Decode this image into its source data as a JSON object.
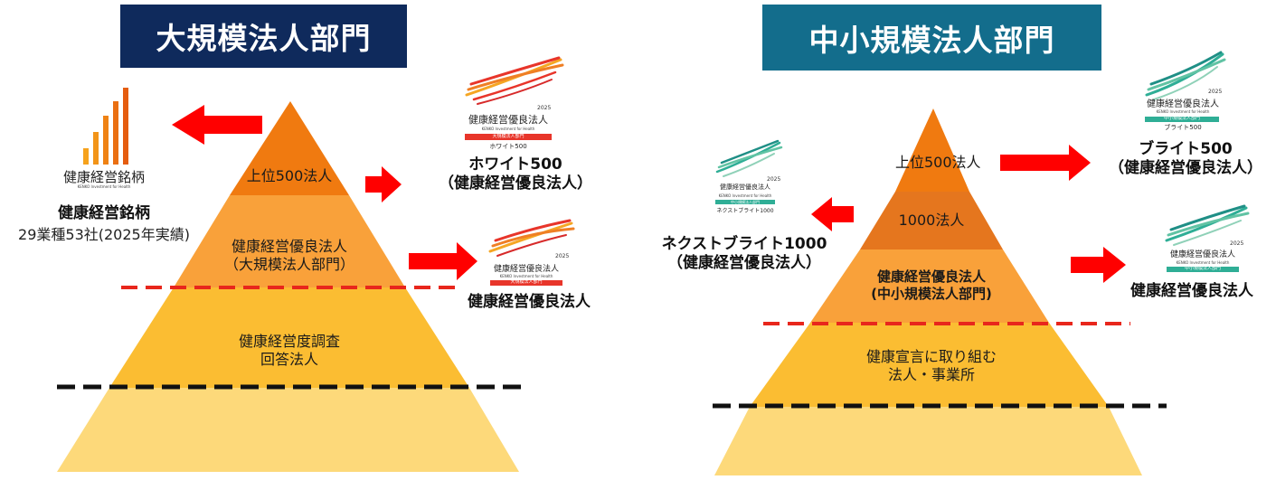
{
  "left_section": {
    "title": "大規模法人部門",
    "tiers": {
      "top": "上位500法人",
      "certified_line1": "健康経営優良法人",
      "certified_line2": "（大規模法人部門）",
      "survey_line1": "健康経営度調査",
      "survey_line2": "回答法人"
    },
    "brand_logo": {
      "name": "健康経営銘柄",
      "english": "KENKO Investment for Health"
    },
    "brand_caption": "健康経営銘柄",
    "brand_stat": "29業種53社(2025年実績)",
    "white500_logo": {
      "year": "2025",
      "name": "健康経営優良法人",
      "english": "KENKO Investment for Health",
      "band": "大規模法人部門",
      "sub": "ホワイト500"
    },
    "white500_caption_line1": "ホワイト500",
    "white500_caption_line2": "（健康経営優良法人）",
    "certified_logo": {
      "year": "2025",
      "name": "健康経営優良法人",
      "english": "KENKO Investment for Health",
      "band": "大規模法人部門"
    },
    "certified_caption": "健康経営優良法人"
  },
  "right_section": {
    "title": "中小規模法人部門",
    "tiers": {
      "top": "上位500法人",
      "middle": "1000法人",
      "certified_line1": "健康経営優良法人",
      "certified_line2": "(中小規模法人部門)",
      "declaration_line1": "健康宣言に取り組む",
      "declaration_line2": "法人・事業所"
    },
    "bright500_logo": {
      "year": "2025",
      "name": "健康経営優良法人",
      "english": "KENKO Investment for Health",
      "band": "中小規模法人部門",
      "sub": "ブライト500"
    },
    "bright500_caption_line1": "ブライト500",
    "bright500_caption_line2": "（健康経営優良法人）",
    "nextbright_logo": {
      "year": "2025",
      "name": "健康経営優良法人",
      "english": "KENKO Investment for Health",
      "band": "中小規模法人部門",
      "sub": "ネクストブライト1000"
    },
    "nextbright_caption_line1": "ネクストブライト1000",
    "nextbright_caption_line2": "（健康経営優良法人）",
    "certified_logo": {
      "year": "2025",
      "name": "健康経営優良法人",
      "english": "KENKO Investment for Health",
      "band": "中小規模法人部門"
    },
    "certified_caption": "健康経営優良法人"
  },
  "colors": {
    "banner_left": "#0f2a5c",
    "banner_right": "#136d8c",
    "arrow": "#ff0000",
    "tier_top": "#f07a10",
    "tier_mid": "#f9a13a",
    "tier_survey": "#fbbd32",
    "tier_base": "#fdd97a",
    "right_tier_middle": "#e5761e",
    "logo_red": "#e8352a",
    "logo_teal": "#2fae96"
  }
}
